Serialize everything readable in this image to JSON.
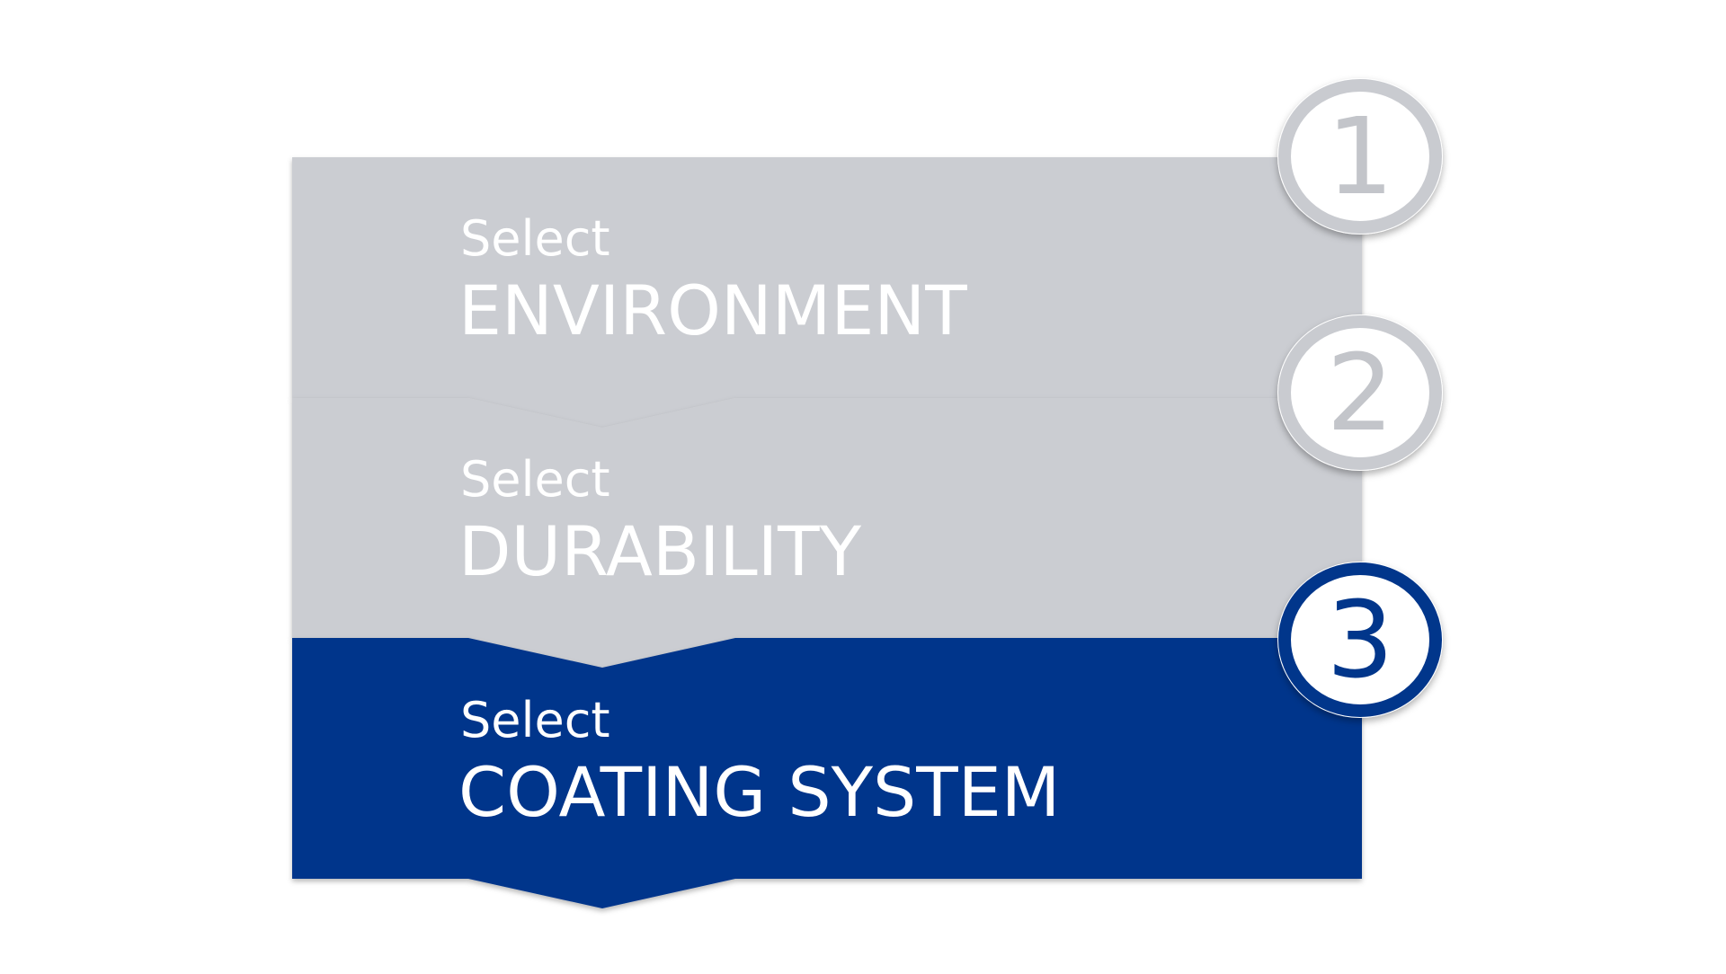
{
  "steps": [
    {
      "number": "1",
      "prefix": "Select",
      "title": "ENVIRONMENT",
      "state": "inactive"
    },
    {
      "number": "2",
      "prefix": "Select",
      "title": "DURABILITY",
      "state": "inactive"
    },
    {
      "number": "3",
      "prefix": "Select",
      "title": "COATING SYSTEM",
      "state": "active"
    }
  ],
  "colors": {
    "inactive_fill": "#cbcdd2",
    "active_fill": "#01368b",
    "text_on_panel": "#ffffff",
    "badge_inactive_ring": "#c9cbd0",
    "badge_inactive_digit": "#c3c5ca",
    "badge_active_ring": "#01368b",
    "badge_active_digit": "#01368b"
  }
}
